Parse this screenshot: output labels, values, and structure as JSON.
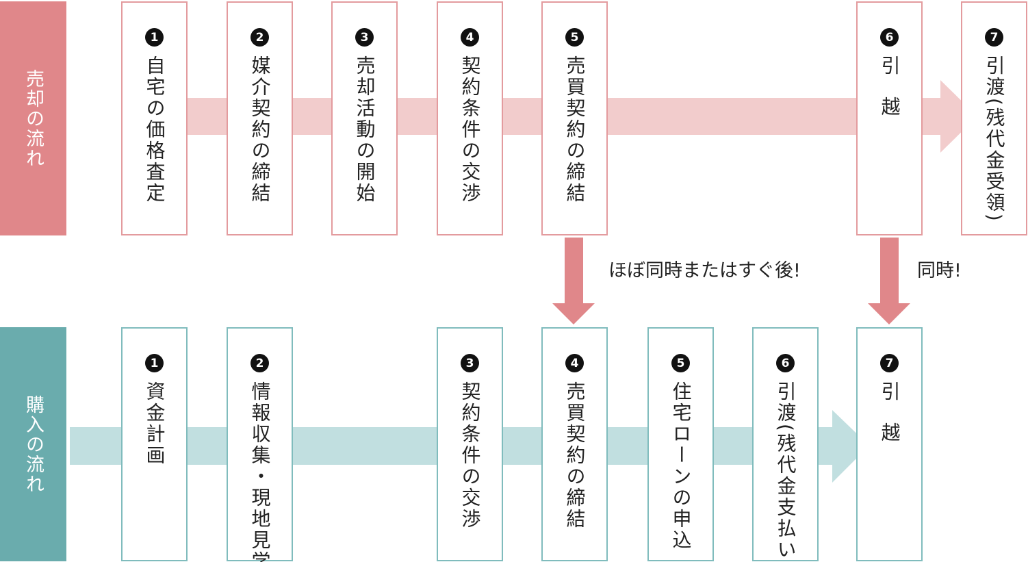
{
  "colors": {
    "sell_label_bg": "#e0878a",
    "sell_band": "#f2cccc",
    "sell_border": "#e39b9e",
    "buy_label_bg": "#6aacad",
    "buy_band": "#c1dfe0",
    "buy_border": "#80bcbd",
    "connector": "#e0878a"
  },
  "sell": {
    "label": "売却の流れ",
    "steps": [
      {
        "num": "1",
        "text": "自宅の価格査定"
      },
      {
        "num": "2",
        "text": "媒介契約の締結"
      },
      {
        "num": "3",
        "text": "売却活動の開始"
      },
      {
        "num": "4",
        "text": "契約条件の交渉"
      },
      {
        "num": "5",
        "text": "売買契約の締結"
      },
      {
        "num": "6",
        "text": "引越"
      },
      {
        "num": "7",
        "text": "引渡(残代金受領)"
      }
    ]
  },
  "buy": {
    "label": "購入の流れ",
    "steps": [
      {
        "num": "1",
        "text": "資金計画"
      },
      {
        "num": "2",
        "text": "情報収集・現地見学"
      },
      {
        "num": "3",
        "text": "契約条件の交渉"
      },
      {
        "num": "4",
        "text": "売買契約の締結"
      },
      {
        "num": "5",
        "text": "住宅ローンの申込"
      },
      {
        "num": "6",
        "text": "引渡(残代金支払い)"
      },
      {
        "num": "7",
        "text": "引越"
      }
    ]
  },
  "connectors": [
    {
      "note": "ほぼ同時またはすぐ後!"
    },
    {
      "note": "同時!"
    }
  ]
}
